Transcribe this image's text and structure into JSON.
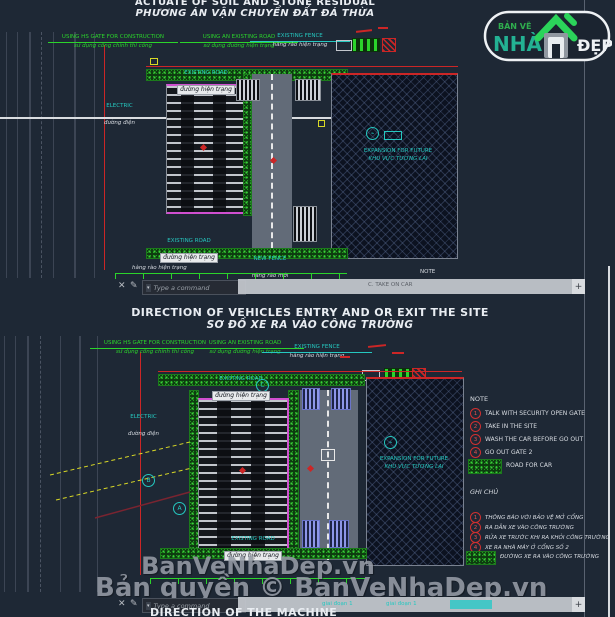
{
  "colors": {
    "background": "#1e2835",
    "green": "#2bd42b",
    "teal": "#25c8c0",
    "magenta": "#d04fd0",
    "red": "#cc2626",
    "yellow": "#d8d826",
    "gray_band": "#c1c5cb",
    "watermark": "#969ca6"
  },
  "logo": {
    "top": "BẢN VẼ",
    "main": "NHÀ",
    "right": "ĐẸP"
  },
  "watermark": {
    "line1": "BanVeNhaDep.vn",
    "line2": "Bản quyền © BanVeNhaDep.vn"
  },
  "command_bar": {
    "prompt": "Type a command",
    "icon_caret": "▾",
    "close": "✕",
    "pencil": "✎",
    "plus": "+",
    "covered_note_text": "C. TAKE ON CAR",
    "phase1": "giai đoạn 1",
    "phase2": "giai đoạn 1"
  },
  "drawing1": {
    "title_en": "ACTUATE OF SOIL AND STONE RESIDUAL",
    "title_vi": "PHƯƠNG ÁN VẬN CHUYỂN ĐẤT ĐÁ THỪA",
    "using_gate_en": "USING HS GATE FOR CONSTRUCTION",
    "using_gate_vi": "sử dụng cổng chính thi công",
    "using_road_en": "USING AN EXISTING ROAD",
    "using_road_vi": "sử dụng đường hiện trạng",
    "existing_fence_en": "EXISTING FENCE",
    "existing_fence_vi": "hàng rào hiện trạng",
    "existing_road_en": "EXISTING ROAD",
    "existing_road_vi": "đường hiện trạng",
    "electric_en": "ELECTRIC",
    "electric_vi": "đường điện",
    "new_fence_en": "NEW FENCE",
    "new_fence_vi": "hàng rào mới",
    "fence_note_vi": "hàng rào hiện trạng",
    "expansion_en": "EXPANSION FOR FUTURE",
    "expansion_vi": "KHU VỰC TƯƠNG LAI",
    "note": "NOTE"
  },
  "drawing2": {
    "title_en": "DIRECTION OF VEHICLES ENTRY AND OR EXIT THE SITE",
    "title_vi": "SƠ ĐỒ XE RA VÀO CÔNG TRƯỜNG",
    "using_gate_en": "USING HS GATE FOR CONSTRUCTION",
    "using_gate_vi": "sử dụng cổng chính thi công",
    "using_road_en": "USING AN EXISTING ROAD",
    "using_road_vi": "sử dụng đường hiện trạng",
    "existing_fence_en": "EXISTING FENCE",
    "existing_fence_vi": "hàng rào hiện trạng",
    "existing_road_en": "EXISTING ROAD",
    "existing_road_vi": "đường hiện trạng",
    "electric_en": "ELECTRIC",
    "electric_vi": "đường điện",
    "expansion_en": "EXPANSION FOR FUTURE",
    "expansion_vi": "KHU VỰC TƯƠNG LAI",
    "markers": {
      "a": "A",
      "b": "B",
      "c": "C"
    },
    "note_panel": {
      "title": "NOTE",
      "items": [
        {
          "num": "1",
          "text": "TALK WITH SECURITY OPEN GATE"
        },
        {
          "num": "2",
          "text": "TAKE IN THE SITE"
        },
        {
          "num": "3",
          "text": "WASH THE CAR BEFORE GO OUT"
        },
        {
          "num": "4",
          "text": "GO OUT GATE 2"
        }
      ],
      "legend": "ROAD FOR CAR"
    },
    "ghichu_panel": {
      "title": "GHI CHÚ",
      "items": [
        {
          "num": "1",
          "text": "THÔNG BÁO VỚI BẢO VỆ MỞ CỔNG"
        },
        {
          "num": "2",
          "text": "RA DẪN XE VÀO CÔNG TRƯỜNG"
        },
        {
          "num": "3",
          "text": "RỬA XE TRƯỚC KHI RA KHỎI CÔNG TRƯỜNG"
        },
        {
          "num": "4",
          "text": "XE RA NHÀ MÁY Ở CỔNG SỐ 2"
        }
      ],
      "legend": "ĐƯỜNG XE RA VÀO CÔNG TRƯỜNG"
    }
  },
  "drawing3": {
    "title_en": "DIRECTION OF THE MACHINE"
  }
}
